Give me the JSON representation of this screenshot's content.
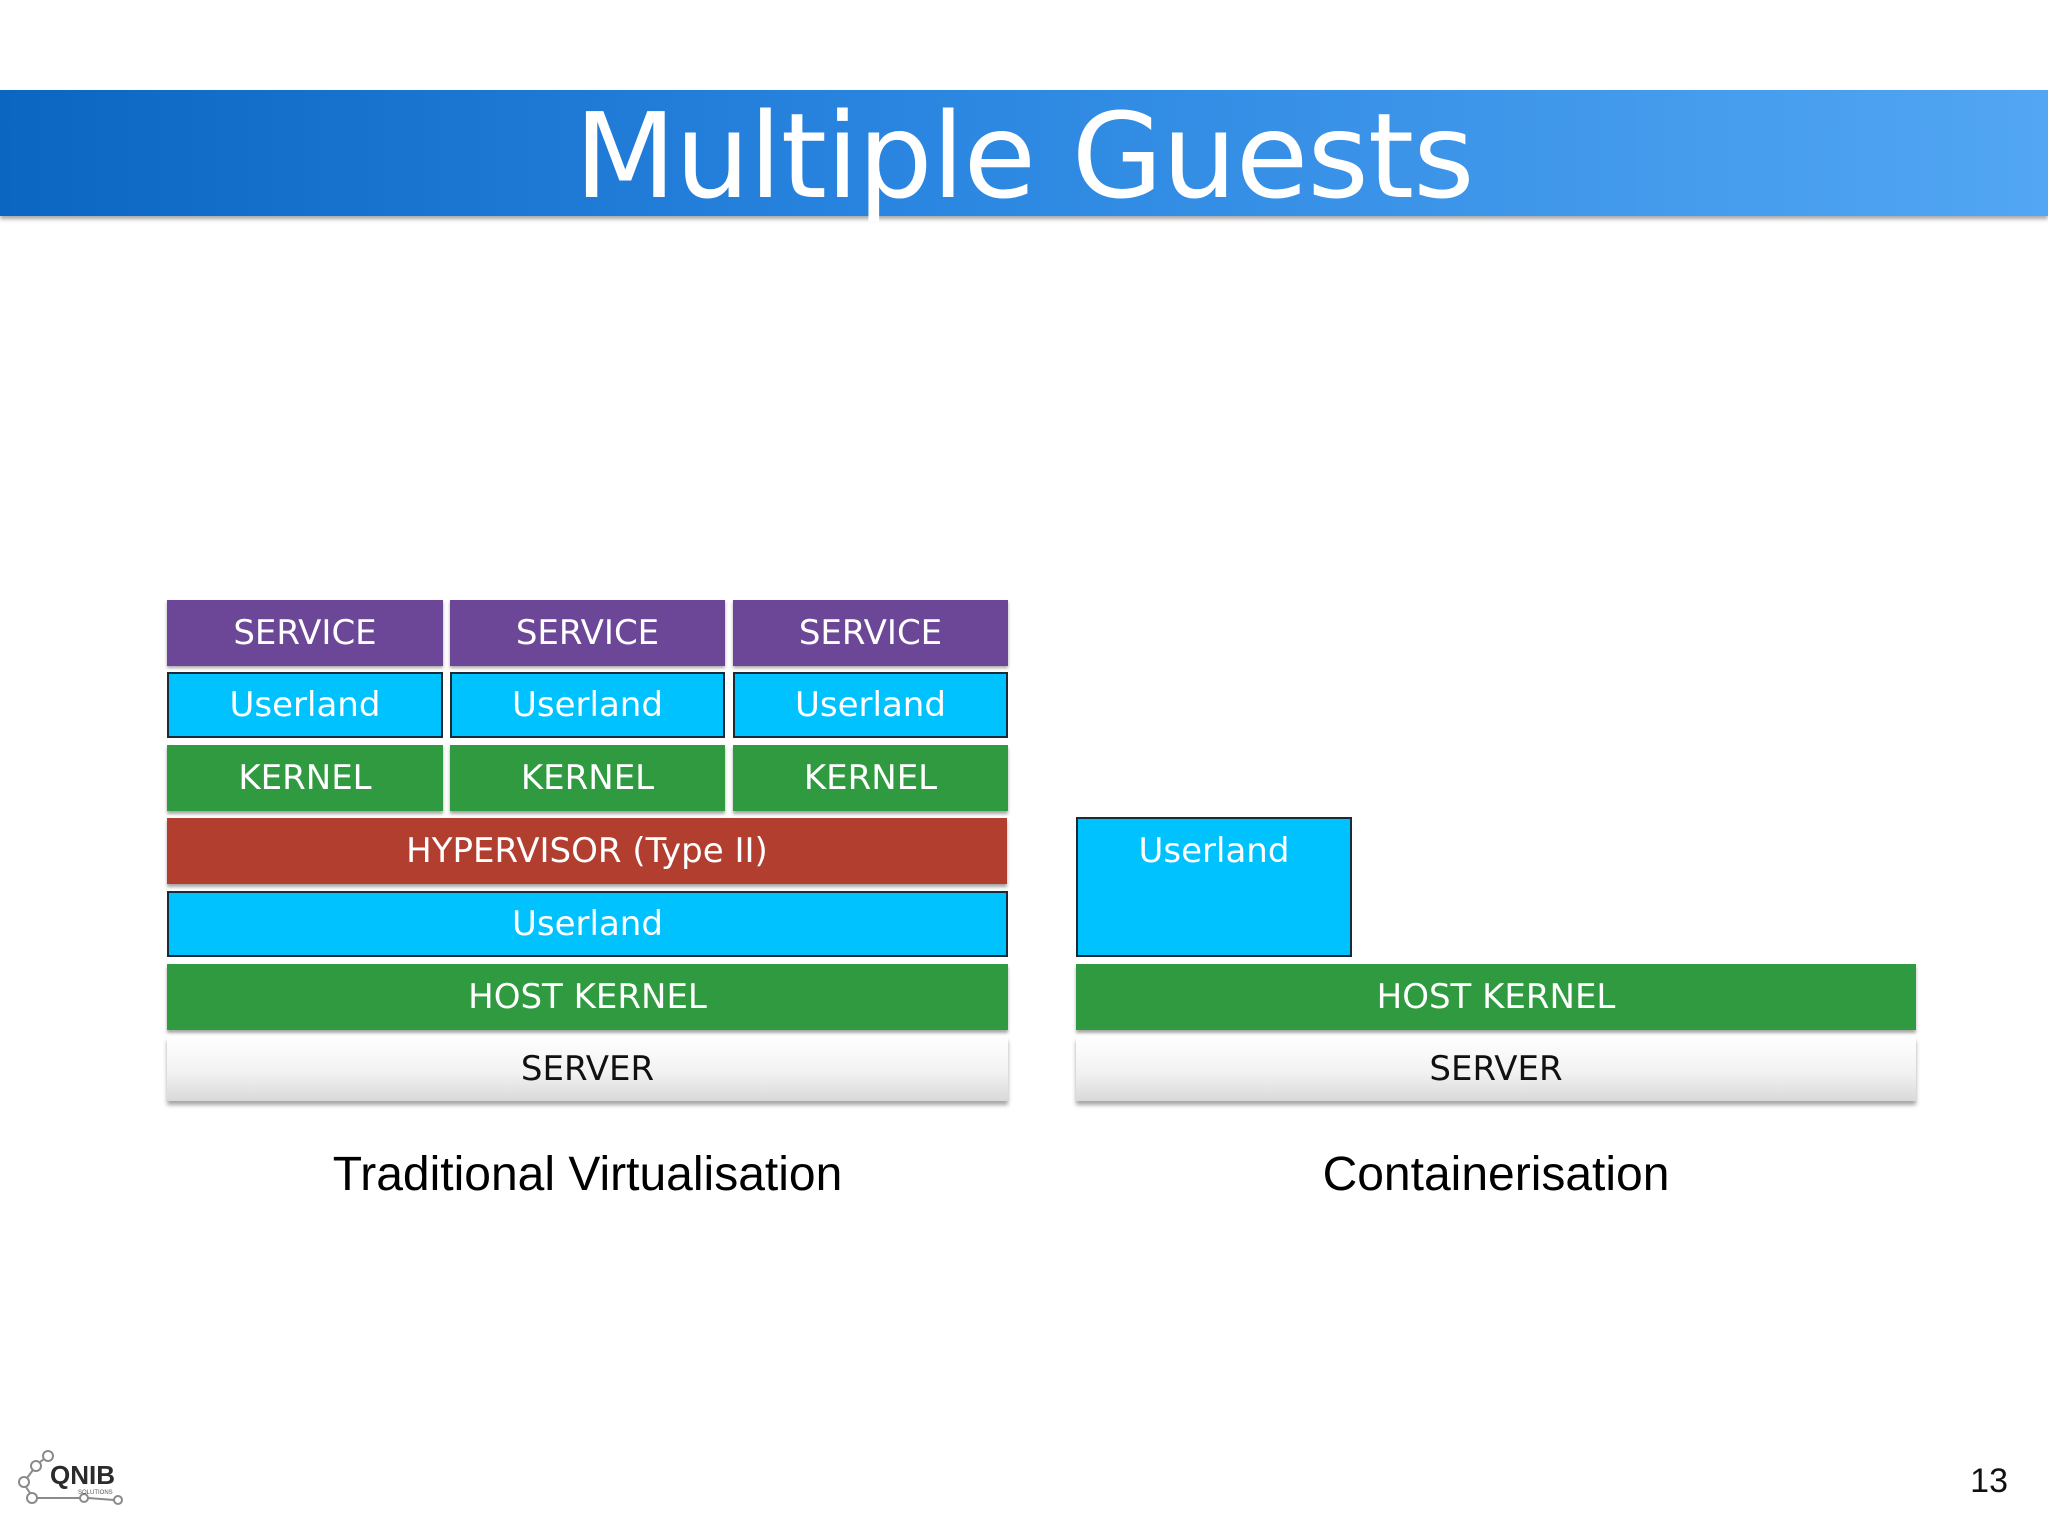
{
  "slide": {
    "title": "Multiple Guests",
    "page_number": "13"
  },
  "colors": {
    "title_bar_start": "#0b66c2",
    "title_bar_end": "#52a6f3",
    "service": "#6d4797",
    "userland": "#00c2ff",
    "kernel": "#2f9a3f",
    "hypervisor": "#b23e30",
    "server": "#e6e6e6"
  },
  "traditional": {
    "caption": "Traditional Virtualisation",
    "guests": [
      {
        "service": "SERVICE",
        "userland": "Userland",
        "kernel": "KERNEL"
      },
      {
        "service": "SERVICE",
        "userland": "Userland",
        "kernel": "KERNEL"
      },
      {
        "service": "SERVICE",
        "userland": "Userland",
        "kernel": "KERNEL"
      }
    ],
    "hypervisor": "HYPERVISOR (Type II)",
    "host_userland": "Userland",
    "host_kernel": "HOST KERNEL",
    "server": "SERVER"
  },
  "containers": {
    "caption": "Containerisation",
    "userland": "Userland",
    "host_kernel": "HOST KERNEL",
    "server": "SERVER"
  },
  "logo": {
    "text": "QNIB",
    "subtext": "SOLUTIONS",
    "icon": "molecule-icon"
  }
}
